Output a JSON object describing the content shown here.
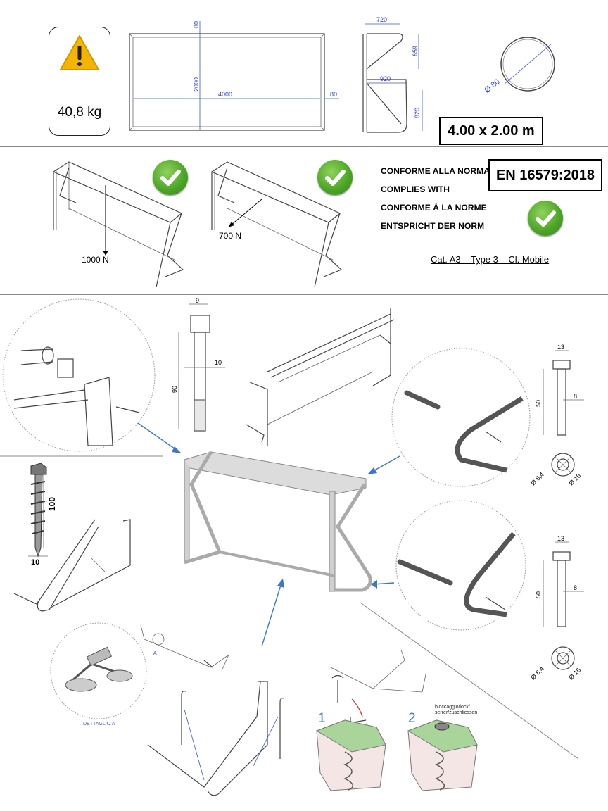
{
  "weight": {
    "value": "40,8 kg",
    "icon": "warning-triangle-icon"
  },
  "size_label": "4.00 x 2.00 m",
  "front_view": {
    "top_height": "80",
    "height": "2000",
    "width": "4000",
    "post_width": "80"
  },
  "side_view": {
    "top_depth": "720",
    "upper_height": "659",
    "base_depth": "920",
    "lower_height": "820"
  },
  "tube_section": {
    "diameter": "Ø 80"
  },
  "load_tests": [
    {
      "force": "1000 N",
      "status": "check-icon"
    },
    {
      "force": "700 N",
      "status": "check-icon"
    }
  ],
  "compliance": {
    "lines": [
      "CONFORME ALLA NORMA",
      "COMPLIES WITH",
      "CONFORME À LA NORME",
      "ENTSPRICHT DER NORM"
    ],
    "standard": "EN 16579:2018",
    "category": "Cat. A3 – Type 3 – Cl. Mobile"
  },
  "pin_detail": {
    "head": "9",
    "shaft": "10",
    "length": "90"
  },
  "bolt_detail_top": {
    "head": "13",
    "shaft": "8",
    "length": "50",
    "hole_a": "Ø 8,4",
    "hole_b": "Ø 16"
  },
  "bolt_detail_bottom": {
    "head": "13",
    "shaft": "8",
    "length": "50",
    "hole_a": "Ø 8,4",
    "hole_b": "Ø 16"
  },
  "anchor": {
    "length": "100",
    "diameter": "10"
  },
  "detail_label": "DETTAGLIO A",
  "detail_marker": "A",
  "ground_steps": {
    "step1": "1",
    "step2": "2",
    "lock_label_1": "bloccaggio/lock/",
    "lock_label_2": "serrer/zuschliessen"
  },
  "colors": {
    "accent": "#3a78c8",
    "check": "#4aa325",
    "dimension": "#2233dd",
    "warning": "#f4b400"
  }
}
